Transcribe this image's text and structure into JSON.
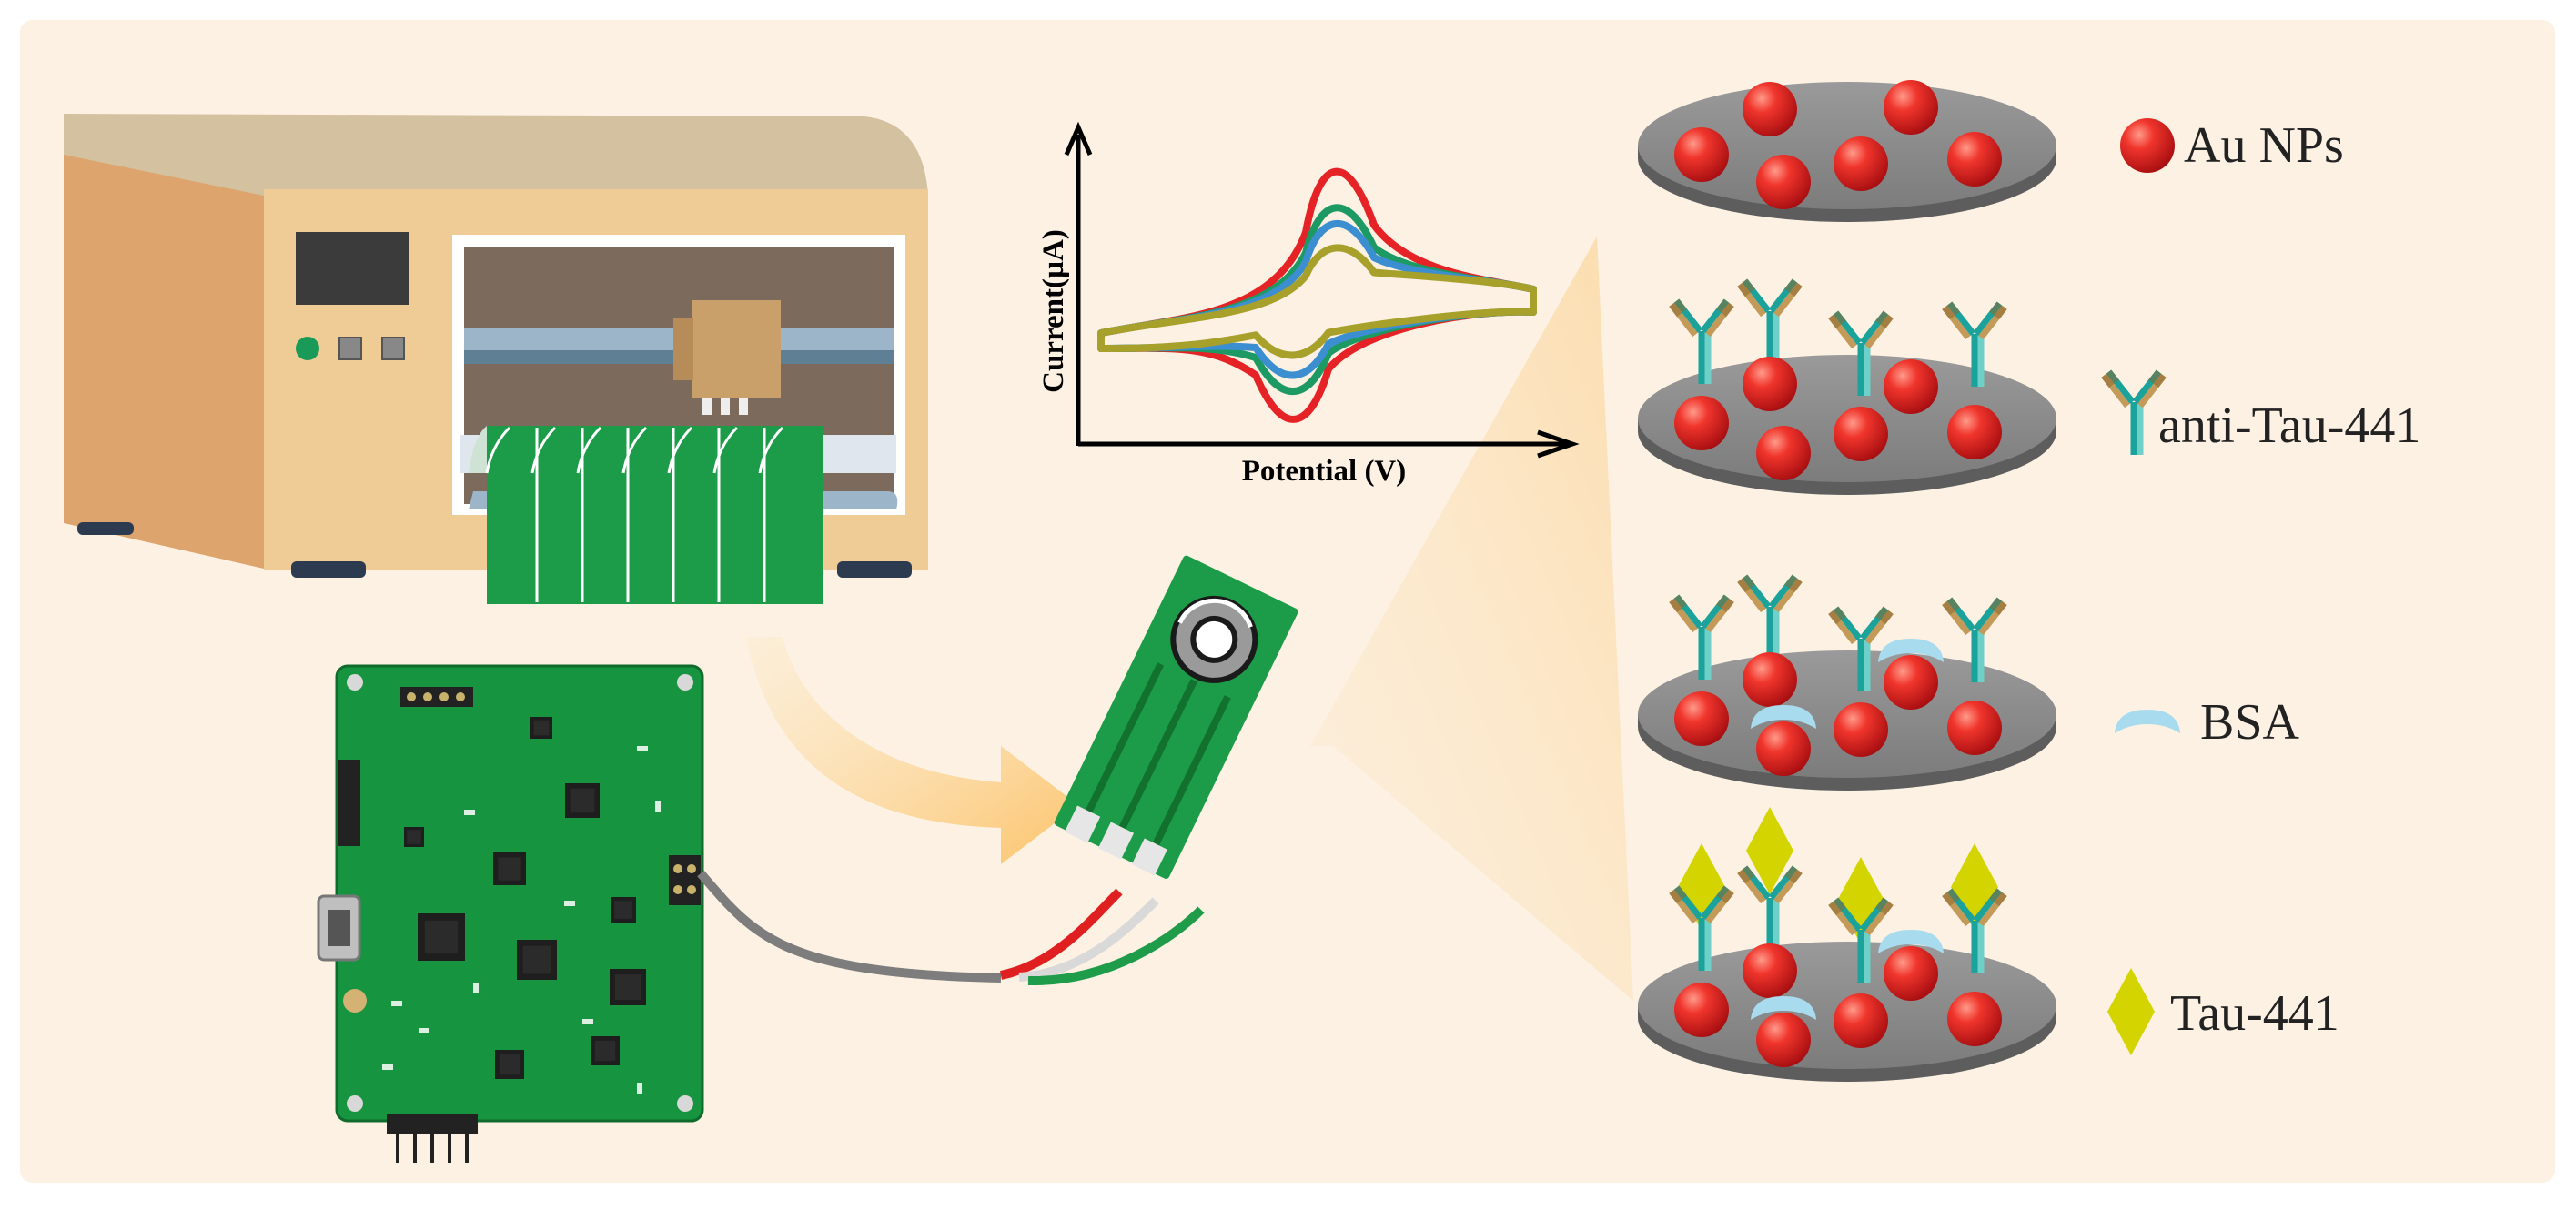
{
  "cv_plot": {
    "xlabel": "Potential (V)",
    "ylabel": "Current(µA)",
    "series_colors": [
      "#e52326",
      "#1d9a64",
      "#3b8fd0",
      "#a7a02a"
    ]
  },
  "legend": {
    "au_nps": "Au NPs",
    "antibody": "anti-Tau-441",
    "bsa": "BSA",
    "tau": "Tau-441"
  },
  "colors": {
    "background": "#fcf1e3",
    "gold_np": "#e02020",
    "electrode_disc": "#8e8e8e",
    "antibody_teal": "#1aa29b",
    "antibody_tan": "#b08a4a",
    "bsa": "#a9dbee",
    "tau": "#d7d800",
    "pcb_green": "#17943f",
    "printer_body": "#efcb95"
  }
}
